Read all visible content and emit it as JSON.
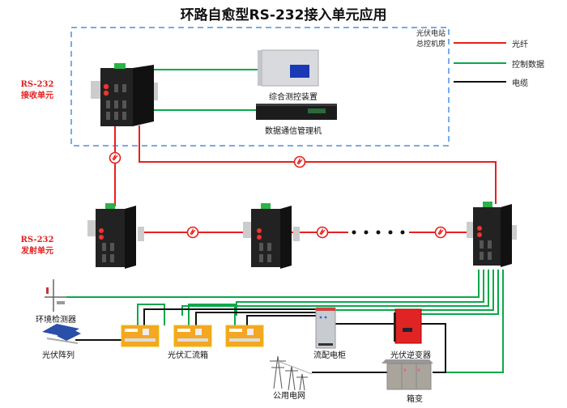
{
  "title": "环路自愈型RS-232接入单元应用",
  "control_room": {
    "label_line1": "光伏电站",
    "label_line2": "总控机房"
  },
  "legend": [
    {
      "label": "光纤",
      "color": "#e8201e"
    },
    {
      "label": "控制数据",
      "color": "#0aa84a"
    },
    {
      "label": "电缆",
      "color": "#111111"
    }
  ],
  "receiver_unit": {
    "line1": "RS-232",
    "line2": "接收单元"
  },
  "transmitter_unit": {
    "line1": "RS-232",
    "line2": "发射单元"
  },
  "devices": {
    "integrated_control": "综合测控装置",
    "data_comm_manager": "数据通信管理机",
    "env_monitor": "环境检测器",
    "pv_array": "光伏阵列",
    "combiner_box": "光伏汇流箱",
    "distribution_cabinet": "流配电柜",
    "pv_inverter": "光伏逆变器",
    "public_grid": "公用电网",
    "box_transformer": "箱变"
  },
  "colors": {
    "fiber": "#e8201e",
    "control": "#0aa84a",
    "cable": "#111111",
    "room_border": "#4a90e2"
  }
}
